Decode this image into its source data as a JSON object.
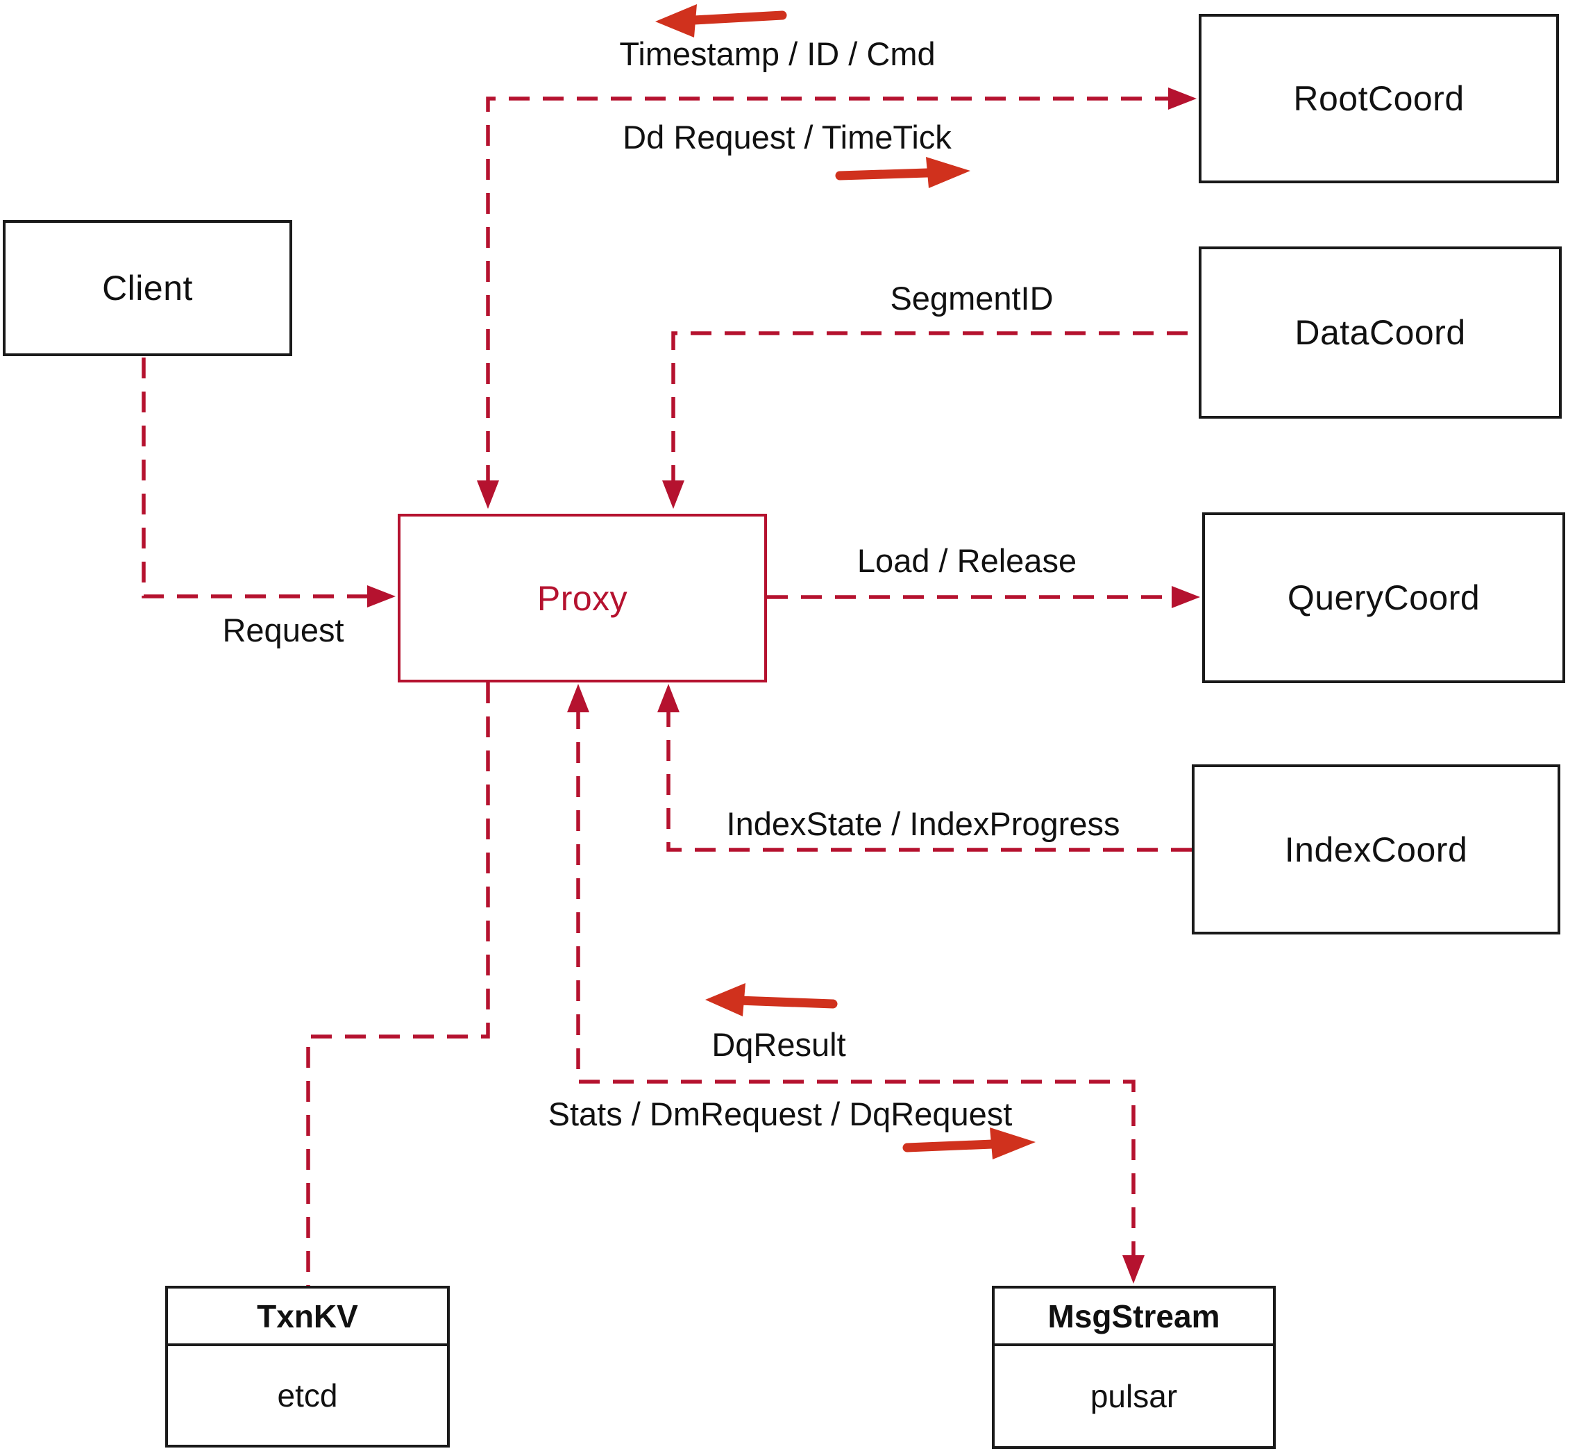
{
  "nodes": {
    "client": {
      "label": "Client"
    },
    "proxy": {
      "label": "Proxy"
    },
    "root_coord": {
      "label": "RootCoord"
    },
    "data_coord": {
      "label": "DataCoord"
    },
    "query_coord": {
      "label": "QueryCoord"
    },
    "index_coord": {
      "label": "IndexCoord"
    }
  },
  "stores": {
    "txn_kv": {
      "title": "TxnKV",
      "body": "etcd"
    },
    "msg_stream": {
      "title": "MsgStream",
      "body": "pulsar"
    }
  },
  "edge_labels": {
    "timestamp": "Timestamp / ID / Cmd",
    "dd_request": "Dd Request / TimeTick",
    "segment_id": "SegmentID",
    "load_release": "Load / Release",
    "request": "Request",
    "index_state": "IndexState / IndexProgress",
    "dq_result": "DqResult",
    "stats": "Stats / DmRequest / DqRequest"
  },
  "colors": {
    "line_red": "#b5122f",
    "arrow_red": "#d0311d",
    "box_border": "#1a1a1a",
    "text": "#111111",
    "background": "#ffffff"
  }
}
